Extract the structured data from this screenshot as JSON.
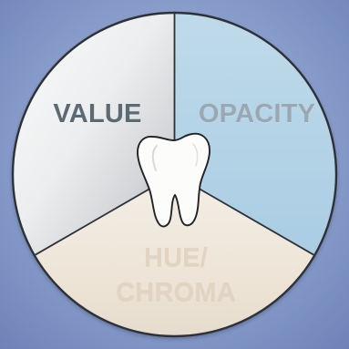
{
  "labels": {
    "value": "VALUE",
    "opacity": "OPACITY",
    "hue_line1": "HUE/",
    "hue_line2": "CHROMA"
  },
  "colors": {
    "background": "#8ea3cf",
    "value_sector": "#cfd0d2",
    "opacity_sector": "#b9d6e8",
    "hue_sector": "#eee5d7",
    "outline": "#2e3138",
    "value_text": "#5b6a74",
    "opacity_text": "#9aa8b2",
    "hue_text": "#e2d4c2"
  },
  "icons": {
    "tooth": "tooth-icon"
  }
}
